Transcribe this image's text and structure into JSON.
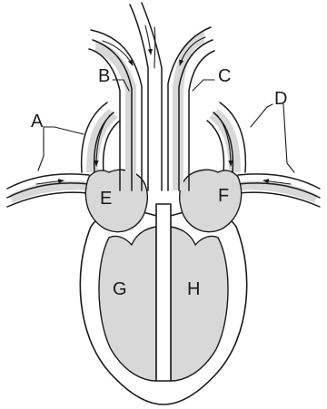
{
  "labels": {
    "A": "A",
    "B": "B",
    "C": "C",
    "D": "D",
    "E": "E",
    "F": "F",
    "G": "G",
    "H": "H"
  },
  "colors": {
    "chamber_fill": "#d8d8d8",
    "outline": "#1a1a1a",
    "background": "#ffffff"
  }
}
